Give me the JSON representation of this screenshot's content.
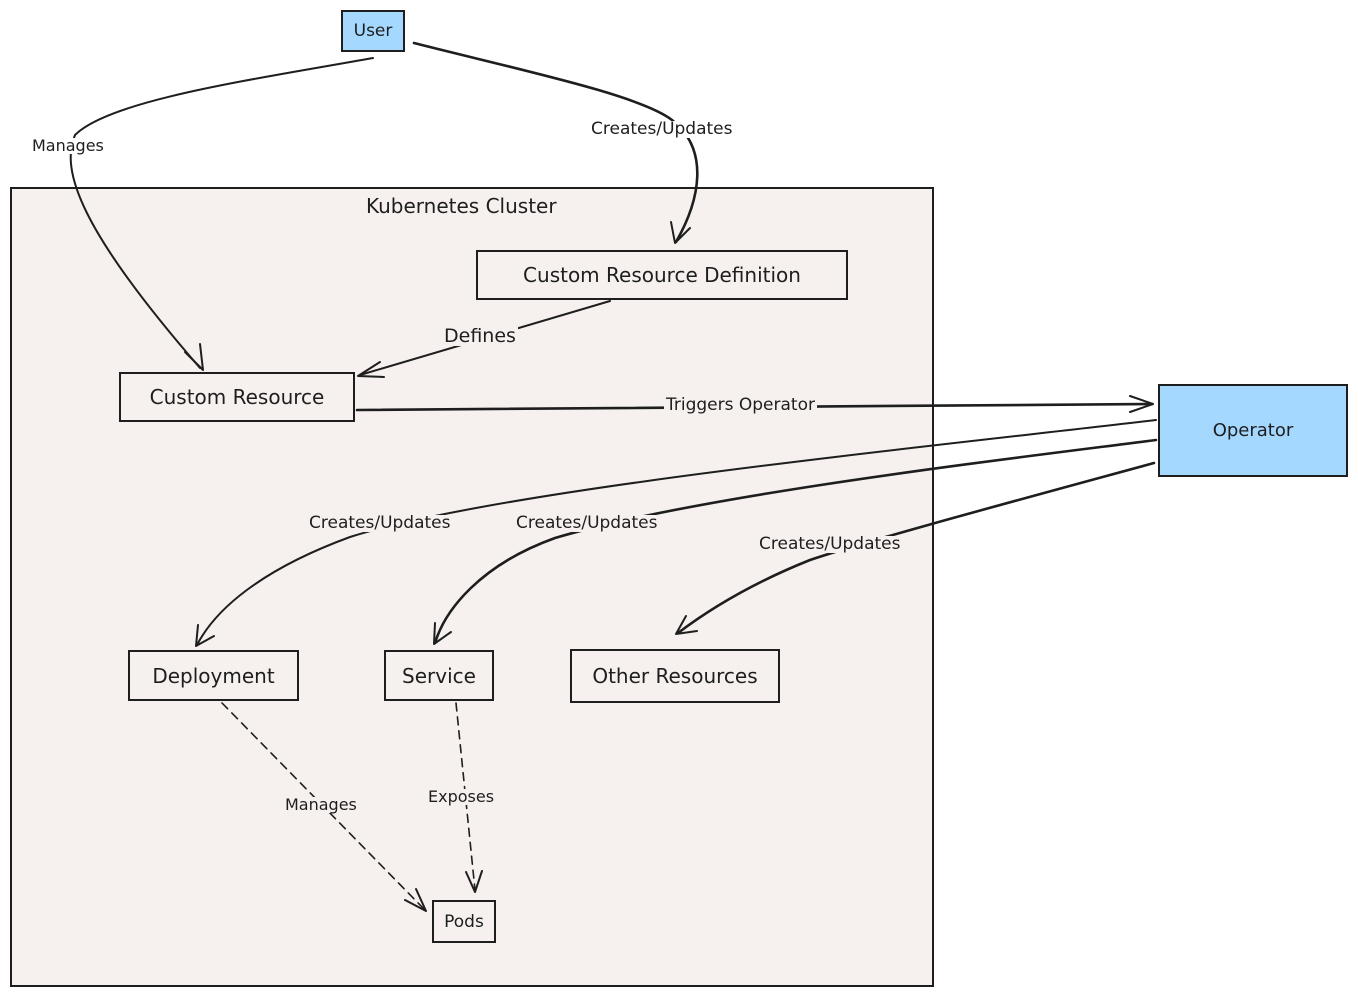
{
  "cluster": {
    "title": "Kubernetes Cluster"
  },
  "nodes": {
    "user": "User",
    "crd": "Custom Resource Definition",
    "custom_resource": "Custom Resource",
    "operator": "Operator",
    "deployment": "Deployment",
    "service": "Service",
    "other_resources": "Other Resources",
    "pods": "Pods"
  },
  "edges": {
    "user_manages_cr": "Manages",
    "user_creates_crd": "Creates/Updates",
    "crd_defines_cr": "Defines",
    "cr_triggers_operator": "Triggers Operator",
    "operator_creates_deployment": "Creates/Updates",
    "operator_creates_service": "Creates/Updates",
    "operator_creates_other": "Creates/Updates",
    "deployment_manages_pods": "Manages",
    "service_exposes_pods": "Exposes"
  },
  "colors": {
    "node_fill_highlight": "#a5d8ff",
    "cluster_fill": "#f6f1ee",
    "stroke": "#1e1e1e"
  }
}
